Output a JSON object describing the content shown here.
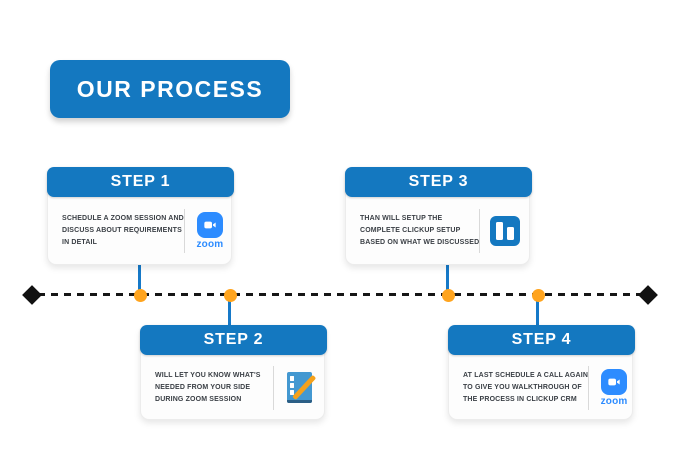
{
  "title": "OUR PROCESS",
  "colors": {
    "primary_blue": "#1478C0",
    "connector_blue": "#1679C8",
    "zoom_blue": "#2D8CFF",
    "node_orange": "#FFA41E",
    "timeline_black": "#161616",
    "body_text": "#3a3f45"
  },
  "steps": [
    {
      "label": "STEP 1",
      "lines": [
        "SCHEDULE A ZOOM SESSION AND",
        "DISCUSS ABOUT REQUIREMENTS",
        "IN DETAIL"
      ],
      "icon": "zoom-video-icon",
      "icon_label": "zoom",
      "position": "above-line"
    },
    {
      "label": "STEP 2",
      "lines": [
        "WILL LET YOU KNOW WHAT'S",
        "NEEDED FROM YOUR SIDE",
        "DURING ZOOM SESSION"
      ],
      "icon": "checklist-pencil-icon",
      "icon_label": "",
      "position": "below-line"
    },
    {
      "label": "STEP 3",
      "lines": [
        "THAN WILL SETUP THE",
        "COMPLETE CLICKUP SETUP",
        "BASED ON WHAT WE DISCUSSED"
      ],
      "icon": "boards-icon",
      "icon_label": "",
      "position": "above-line"
    },
    {
      "label": "STEP 4",
      "lines": [
        "AT LAST SCHEDULE A CALL AGAIN",
        "TO GIVE YOU WALKTHROUGH OF",
        "THE PROCESS IN CLICKUP CRM"
      ],
      "icon": "zoom-video-icon",
      "icon_label": "zoom",
      "position": "below-line"
    }
  ]
}
